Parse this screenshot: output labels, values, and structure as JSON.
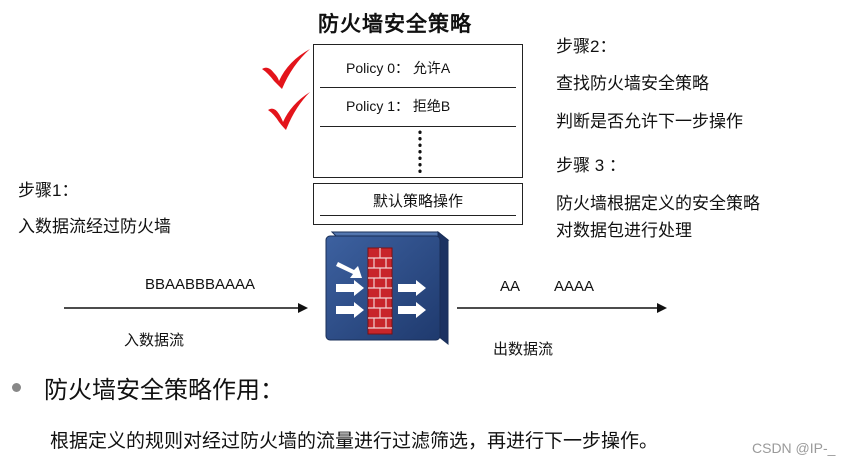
{
  "title": "防火墙安全策略",
  "policies": [
    "Policy 0：  允许A",
    "Policy 1：  拒绝B"
  ],
  "default_policy": "默认策略操作",
  "step1": {
    "heading": "步骤1：",
    "text": "入数据流经过防火墙"
  },
  "step2": {
    "heading": "步骤2：",
    "line1": "查找防火墙安全策略",
    "line2": "判断是否允许下一步操作"
  },
  "step3": {
    "heading": "步骤 3 ：",
    "line1": "防火墙根据定义的安全策略",
    "line2": "对数据包进行处理"
  },
  "inbound_stream": "BBAABBBAAAA",
  "inbound_label": "入数据流",
  "outbound_stream_1": "AA",
  "outbound_stream_2": "AAAA",
  "outbound_label": "出数据流",
  "bullet_title": "防火墙安全策略作用：",
  "bullet_text": "根据定义的规则对经过防火墙的流量进行过滤筛选，再进行下一步操作。",
  "watermark": "CSDN @IP-_",
  "colors": {
    "checkmark": "#e3141b",
    "firewall_body": "#2f4f86",
    "brick": "#c8262b",
    "bullet": "#888888"
  },
  "icons": [
    "checkmark-icon",
    "checkmark-icon",
    "firewall-icon"
  ]
}
